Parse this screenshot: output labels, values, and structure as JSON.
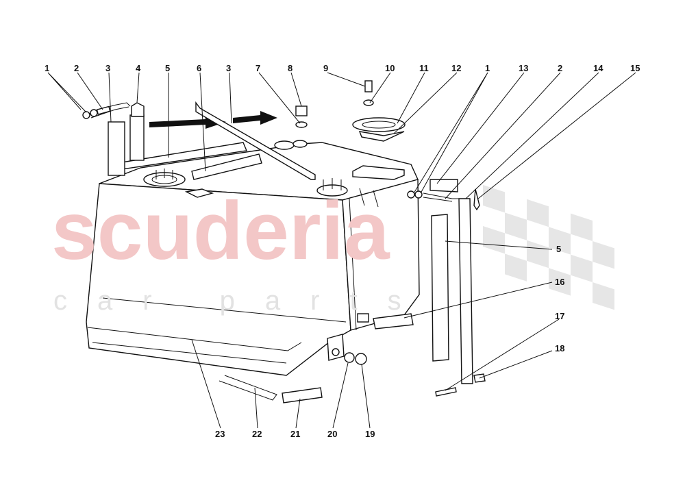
{
  "watermark": {
    "brand": "scuderia",
    "tagline": "car parts",
    "brand_color": "#f3c7c7",
    "flag_color": "#e6e6e6"
  },
  "callouts": [
    "1",
    "2",
    "3",
    "4",
    "5",
    "6",
    "3",
    "7",
    "8",
    "9",
    "10",
    "11",
    "12",
    "1",
    "13",
    "2",
    "14",
    "15",
    "5",
    "16",
    "17",
    "18",
    "19",
    "20",
    "21",
    "22",
    "23"
  ]
}
